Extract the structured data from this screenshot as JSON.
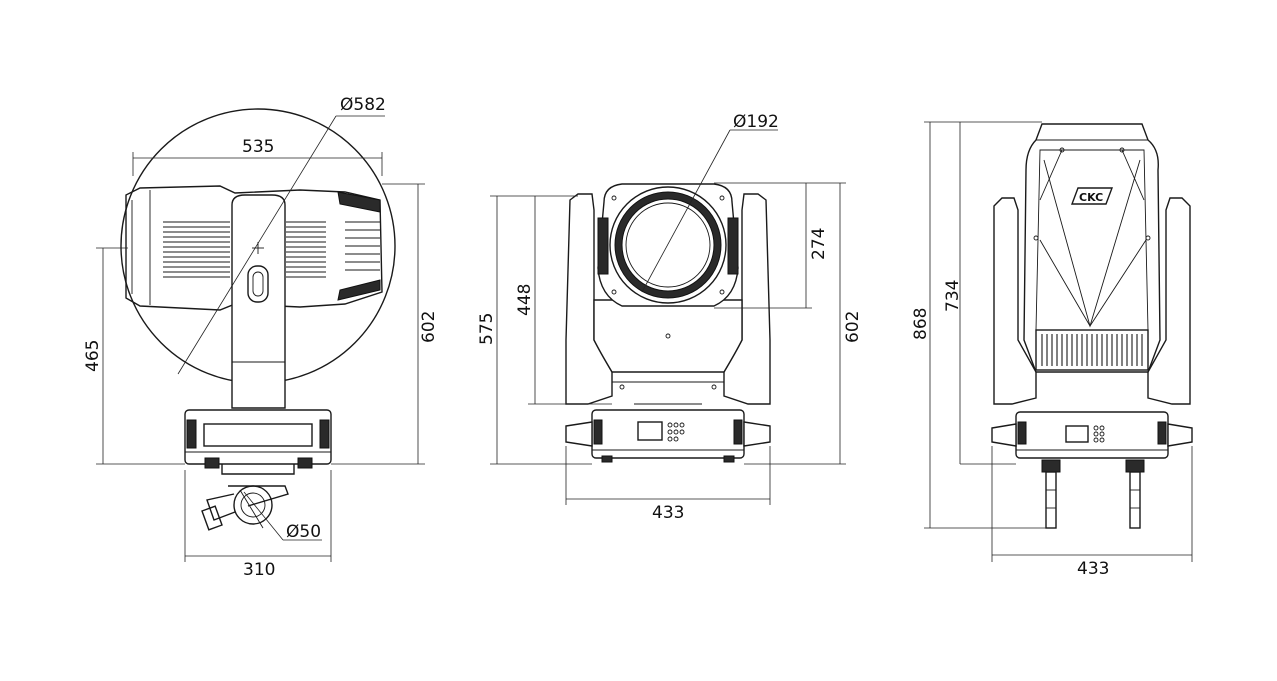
{
  "side_view": {
    "head_diameter": "Ø582",
    "head_width": "535",
    "overall_height": "602",
    "pivot_height": "465",
    "clamp_diameter": "Ø50",
    "base_width": "310"
  },
  "front_view": {
    "lens_diameter": "Ø192",
    "head_height": "274",
    "arm_height": "448",
    "yoke_height": "575",
    "overall_height": "602",
    "base_width": "433"
  },
  "rear_view": {
    "logo_text": "CKC",
    "overall_height_with_clamps": "868",
    "head_top_height": "734",
    "base_width": "433"
  }
}
